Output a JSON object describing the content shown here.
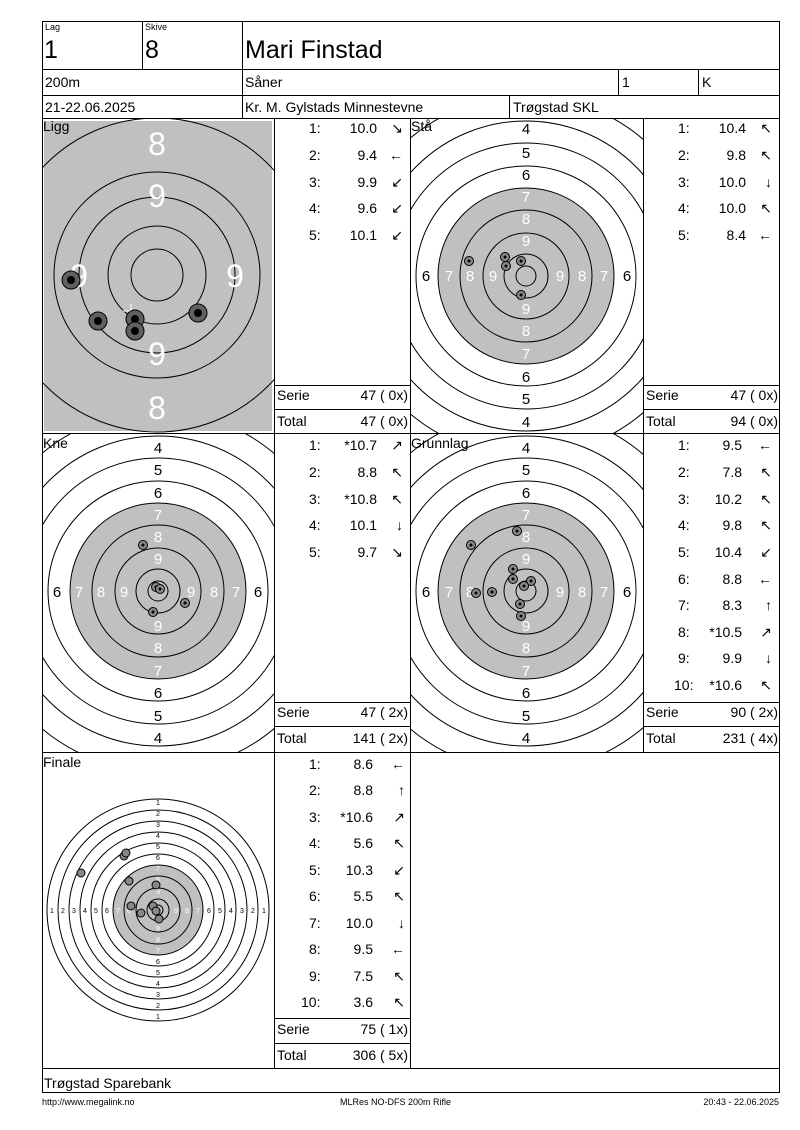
{
  "header": {
    "lag_label": "Lag",
    "lag_value": "1",
    "skive_label": "Skive",
    "skive_value": "8",
    "name": "Mari Finstad",
    "distance": "200m",
    "club": "Såner",
    "class_num": "1",
    "class_letter": "K",
    "date": "21-22.06.2025",
    "event": "Kr. M. Gylstads Minnestevne",
    "organizer": "Trøgstad SKL"
  },
  "labels": {
    "serie": "Serie",
    "total": "Total"
  },
  "panels": {
    "ligg": {
      "title": "Ligg",
      "shots": [
        {
          "no": "1:",
          "value": "10.0",
          "arrow": "↘"
        },
        {
          "no": "2:",
          "value": "9.4",
          "arrow": "←"
        },
        {
          "no": "3:",
          "value": "9.9",
          "arrow": "↙"
        },
        {
          "no": "4:",
          "value": "9.6",
          "arrow": "↙"
        },
        {
          "no": "5:",
          "value": "10.1",
          "arrow": "↙"
        }
      ],
      "serie": "47 ( 0x)",
      "total": "47 ( 0x)",
      "ring_labels": [
        "8",
        "9",
        "9",
        "9",
        "9",
        "8"
      ]
    },
    "sta": {
      "title": "Stå",
      "shots": [
        {
          "no": "1:",
          "value": "10.4",
          "arrow": "↖"
        },
        {
          "no": "2:",
          "value": "9.8",
          "arrow": "↖"
        },
        {
          "no": "3:",
          "value": "10.0",
          "arrow": "↓"
        },
        {
          "no": "4:",
          "value": "10.0",
          "arrow": "↖"
        },
        {
          "no": "5:",
          "value": "8.4",
          "arrow": "←"
        }
      ],
      "serie": "47 ( 0x)",
      "total": "94 ( 0x)"
    },
    "kne": {
      "title": "Kne",
      "shots": [
        {
          "no": "1:",
          "value": "*10.7",
          "arrow": "↗"
        },
        {
          "no": "2:",
          "value": "8.8",
          "arrow": "↖"
        },
        {
          "no": "3:",
          "value": "*10.8",
          "arrow": "↖"
        },
        {
          "no": "4:",
          "value": "10.1",
          "arrow": "↓"
        },
        {
          "no": "5:",
          "value": "9.7",
          "arrow": "↘"
        }
      ],
      "serie": "47 ( 2x)",
      "total": "141 ( 2x)"
    },
    "grunnlag": {
      "title": "Grunnlag",
      "shots": [
        {
          "no": "1:",
          "value": "9.5",
          "arrow": "←"
        },
        {
          "no": "2:",
          "value": "7.8",
          "arrow": "↖"
        },
        {
          "no": "3:",
          "value": "10.2",
          "arrow": "↖"
        },
        {
          "no": "4:",
          "value": "9.8",
          "arrow": "↖"
        },
        {
          "no": "5:",
          "value": "10.4",
          "arrow": "↙"
        },
        {
          "no": "6:",
          "value": "8.8",
          "arrow": "←"
        },
        {
          "no": "7:",
          "value": "8.3",
          "arrow": "↑"
        },
        {
          "no": "8:",
          "value": "*10.5",
          "arrow": "↗"
        },
        {
          "no": "9:",
          "value": "9.9",
          "arrow": "↓"
        },
        {
          "no": "10:",
          "value": "*10.6",
          "arrow": "↖"
        }
      ],
      "serie": "90 ( 2x)",
      "total": "231 ( 4x)"
    },
    "finale": {
      "title": "Finale",
      "shots": [
        {
          "no": "1:",
          "value": "8.6",
          "arrow": "←"
        },
        {
          "no": "2:",
          "value": "8.8",
          "arrow": "↑"
        },
        {
          "no": "3:",
          "value": "*10.6",
          "arrow": "↗"
        },
        {
          "no": "4:",
          "value": "5.6",
          "arrow": "↖"
        },
        {
          "no": "5:",
          "value": "10.3",
          "arrow": "↙"
        },
        {
          "no": "6:",
          "value": "5.5",
          "arrow": "↖"
        },
        {
          "no": "7:",
          "value": "10.0",
          "arrow": "↓"
        },
        {
          "no": "8:",
          "value": "9.5",
          "arrow": "←"
        },
        {
          "no": "9:",
          "value": "7.5",
          "arrow": "↖"
        },
        {
          "no": "10:",
          "value": "3.6",
          "arrow": "↖"
        }
      ],
      "serie": "75 ( 1x)",
      "total": "306 ( 5x)"
    }
  },
  "target_numbers": {
    "vertical": [
      "4",
      "5",
      "6",
      "7",
      "8",
      "9",
      "9",
      "8",
      "7",
      "6",
      "5",
      "4"
    ],
    "horizontal": [
      "6",
      "7",
      "8",
      "9",
      "9",
      "8",
      "7",
      "6"
    ],
    "finale": [
      "1",
      "2",
      "3",
      "4",
      "5",
      "6",
      "7",
      "8",
      "9"
    ]
  },
  "sponsor": "Trøgstad Sparebank",
  "footer": {
    "left": "http://www.megalink.no",
    "center": "MLRes NO-DFS 200m Rifle",
    "right": "20:43 - 22.06.2025"
  },
  "colors": {
    "target_gray": "#c0c0c0",
    "line": "#000000"
  }
}
